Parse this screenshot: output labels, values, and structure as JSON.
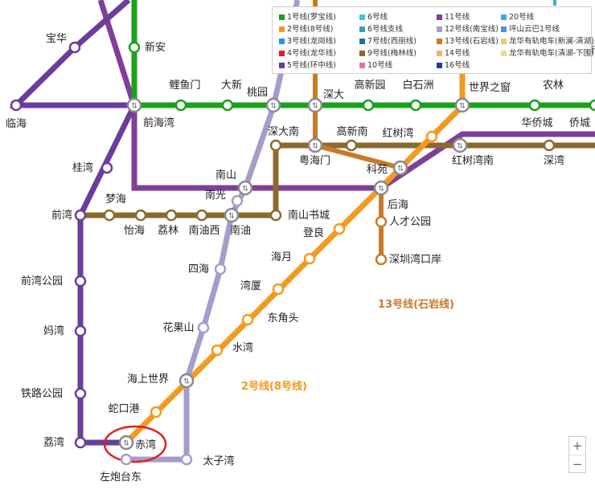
{
  "legend": [
    {
      "label": "1号线(罗宝线)",
      "color": "#1aa11a"
    },
    {
      "label": "6号线",
      "color": "#3ec5e2"
    },
    {
      "label": "11号线",
      "color": "#7f3f98"
    },
    {
      "label": "20号线",
      "color": "#4aa8d8"
    },
    {
      "label": "2号线(8号线)",
      "color": "#f39a1e"
    },
    {
      "label": "6号线支线",
      "color": "#3aa0b8"
    },
    {
      "label": "12号线(南宝线)",
      "color": "#a79cc9"
    },
    {
      "label": "坪山云巴1号线",
      "color": "#4a90e2"
    },
    {
      "label": "3号线(龙岗线)",
      "color": "#1e9ad6"
    },
    {
      "label": "7号线(西丽线)",
      "color": "#1b6fa8"
    },
    {
      "label": "13号线(石岩线)",
      "color": "#c77a2a"
    },
    {
      "label": "龙华有轨电车(新澜-清湖)",
      "color": "#e8c97a"
    },
    {
      "label": "4号线(龙华线)",
      "color": "#e0201b"
    },
    {
      "label": "9号线(梅林线)",
      "color": "#8b6a2f"
    },
    {
      "label": "14号线",
      "color": "#f2b36b"
    },
    {
      "label": "龙华有轨电车(清湖-下围)",
      "color": "#e8dc9a"
    },
    {
      "label": "5号线(环中线)",
      "color": "#6a3d9a"
    },
    {
      "label": "10号线",
      "color": "#e86fa6"
    },
    {
      "label": "16号线",
      "color": "#2b3a8f"
    }
  ],
  "stations": {
    "baohua": "宝华",
    "xinan": "新安",
    "linhai": "临海",
    "liyumen": "鲤鱼门",
    "daxin": "大新",
    "taoyuan": "桃园",
    "shenda": "深大",
    "gaoxinyuan": "高新园",
    "baishizhou": "白石洲",
    "shijiezhichuang": "世界之窗",
    "nonglin": "农林",
    "qianhaiwan": "前海湾",
    "shendanan": "深大南",
    "gaoxinnan": "高新南",
    "hongshuwan": "红树湾",
    "huaqiaocheng": "华侨城",
    "qiaocheng": "侨城",
    "yuehaimen": "粤海门",
    "kekuan": "科苑",
    "hongshuwannan": "红树湾南",
    "shenwan": "深湾",
    "guiwan": "桂湾",
    "nanshan": "南山",
    "nanguang": "南光",
    "houhai": "后海",
    "mengqhai": "梦海",
    "qianwan": "前湾",
    "yihai": "怡海",
    "lilin": "荔林",
    "nanyouxi": "南油西",
    "nanyou": "南油",
    "nanshanshucheng": "南山书城",
    "rencaigongyuan": "人才公园",
    "dengliang": "登良",
    "shenzhenwankouan": "深圳湾口岸",
    "haiyue": "海月",
    "sihai": "四海",
    "qianwangongyuan": "前湾公园",
    "wanxia": "湾厦",
    "dongjiaotou": "东角头",
    "mawan": "妈湾",
    "huaguoshan": "花果山",
    "shuiwan": "水湾",
    "haishangshijie": "海上世界",
    "tielugongyuan": "铁路公园",
    "shekougang": "蛇口港",
    "liwan": "荔湾",
    "chiwan": "赤湾",
    "taiziwan": "太子湾",
    "zuopaotaidong": "左炮台东",
    "hanging_char": "香"
  },
  "line_labels": {
    "l13": "13号线(石岩线)",
    "l2": "2号线(8号线)"
  },
  "zoom": {
    "in": "+",
    "out": "−"
  }
}
